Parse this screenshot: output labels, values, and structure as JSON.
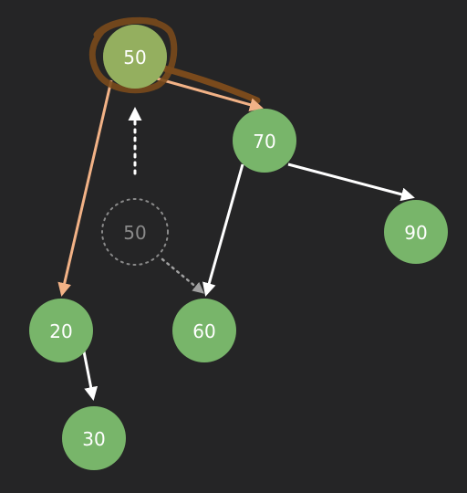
{
  "diagram": {
    "nodes": {
      "root": {
        "label": "50"
      },
      "n70": {
        "label": "70"
      },
      "n90": {
        "label": "90"
      },
      "n20": {
        "label": "20"
      },
      "n60": {
        "label": "60"
      },
      "n30": {
        "label": "30"
      },
      "ghost": {
        "label": "50"
      }
    },
    "colors": {
      "background": "#252526",
      "node_fill": "#78b56a",
      "root_highlight": "#7a4a1c",
      "highlight_edge": "#f2b286",
      "edge": "#ffffff",
      "ghost_text": "#8a8a8a"
    }
  }
}
